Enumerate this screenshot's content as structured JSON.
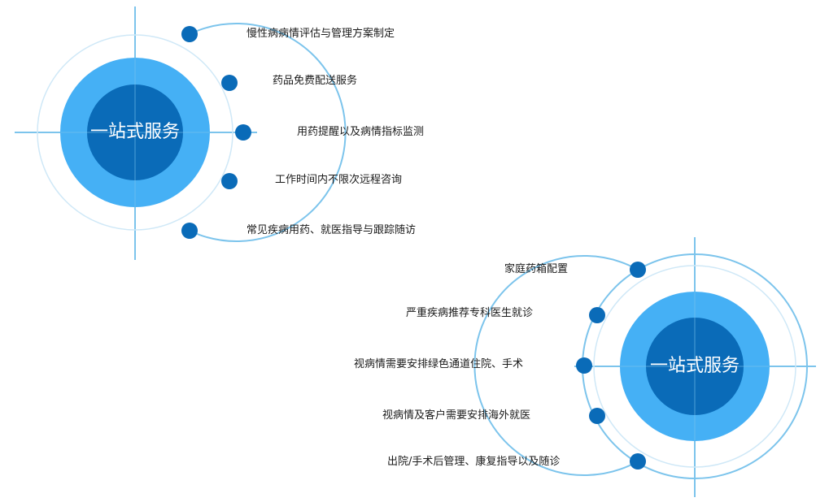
{
  "colors": {
    "outer_ring": "#7cc4ec",
    "inner_ring": "#cfe8f7",
    "big_circle": "#45b0f5",
    "core_circle": "#0a6bb8",
    "dot": "#0a6bb8",
    "axis": "#7cc4ec",
    "text": "#1a1a1a",
    "title": "#ffffff"
  },
  "groups": [
    {
      "title": "一站式服务",
      "items": [
        "慢性病病情评估与管理方案制定",
        "药品免费配送服务",
        "用药提醒以及病情指标监测",
        "工作时间内不限次远程咨询",
        "常见疾病用药、就医指导与跟踪随访"
      ]
    },
    {
      "title": "一站式服务",
      "items": [
        "家庭药箱配置",
        "严重疾病推荐专科医生就诊",
        "视病情需要安排绿色通道住院、手术",
        "视病情及客户需要安排海外就医",
        "出院/手术后管理、康复指导以及随诊"
      ]
    }
  ]
}
